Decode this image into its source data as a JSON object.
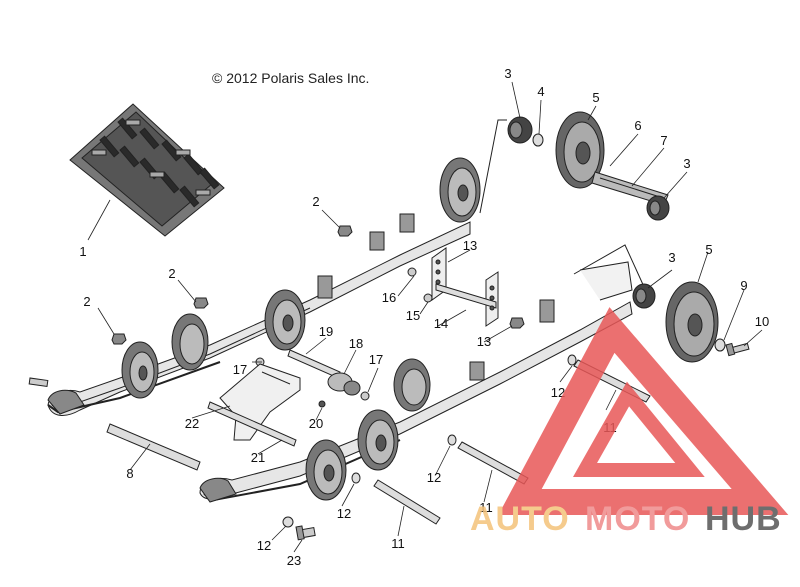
{
  "copyright": "© 2012 Polaris Sales Inc.",
  "callouts": [
    {
      "id": "c3a",
      "label": "3"
    },
    {
      "id": "c4",
      "label": "4"
    },
    {
      "id": "c5a",
      "label": "5"
    },
    {
      "id": "c6",
      "label": "6"
    },
    {
      "id": "c7",
      "label": "7"
    },
    {
      "id": "c3b",
      "label": "3"
    },
    {
      "id": "c2a",
      "label": "2"
    },
    {
      "id": "c13a",
      "label": "13"
    },
    {
      "id": "c2b",
      "label": "2"
    },
    {
      "id": "c16",
      "label": "16"
    },
    {
      "id": "c1",
      "label": "1"
    },
    {
      "id": "c3c",
      "label": "3"
    },
    {
      "id": "c5b",
      "label": "5"
    },
    {
      "id": "c9",
      "label": "9"
    },
    {
      "id": "c2c",
      "label": "2"
    },
    {
      "id": "c15",
      "label": "15"
    },
    {
      "id": "c14",
      "label": "14"
    },
    {
      "id": "c10",
      "label": "10"
    },
    {
      "id": "c13b",
      "label": "13"
    },
    {
      "id": "c19",
      "label": "19"
    },
    {
      "id": "c18",
      "label": "18"
    },
    {
      "id": "c17a",
      "label": "17"
    },
    {
      "id": "c17b",
      "label": "17"
    },
    {
      "id": "c12a",
      "label": "12"
    },
    {
      "id": "c11a",
      "label": "11"
    },
    {
      "id": "c22",
      "label": "22"
    },
    {
      "id": "c20",
      "label": "20"
    },
    {
      "id": "c21",
      "label": "21"
    },
    {
      "id": "c8",
      "label": "8"
    },
    {
      "id": "c12b",
      "label": "12"
    },
    {
      "id": "c11b",
      "label": "11"
    },
    {
      "id": "c12c",
      "label": "12"
    },
    {
      "id": "c11c",
      "label": "11"
    },
    {
      "id": "c12d",
      "label": "12"
    },
    {
      "id": "c23",
      "label": "23"
    }
  ],
  "watermark": {
    "auto": "AUTO",
    "moto": "MOTO",
    "hub": "HUB",
    "colors": {
      "auto": "#f4c27a",
      "moto": "#ef8a8a",
      "hub": "#555555",
      "triangle": "#e85858"
    }
  }
}
